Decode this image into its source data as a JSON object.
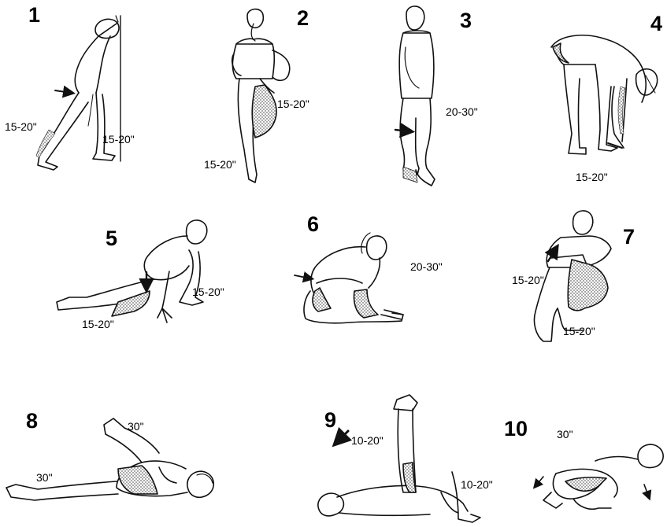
{
  "colors": {
    "ink": "#111111",
    "shading": "#9a9a9a",
    "background": "#ffffff"
  },
  "stretches": [
    {
      "number": "1",
      "durations": [
        "15-20\"",
        "15-20\""
      ]
    },
    {
      "number": "2",
      "durations": [
        "15-20\"",
        "15-20\""
      ]
    },
    {
      "number": "3",
      "durations": [
        "20-30\""
      ]
    },
    {
      "number": "4",
      "durations": [
        "15-20\""
      ]
    },
    {
      "number": "5",
      "durations": [
        "15-20\"",
        "15-20\""
      ]
    },
    {
      "number": "6",
      "durations": [
        "20-30\""
      ]
    },
    {
      "number": "7",
      "durations": [
        "15-20\"",
        "15-20\""
      ]
    },
    {
      "number": "8",
      "durations": [
        "30\"",
        "30\""
      ]
    },
    {
      "number": "9",
      "durations": [
        "10-20\"",
        "10-20\""
      ]
    },
    {
      "number": "10",
      "durations": [
        "30\""
      ]
    }
  ]
}
